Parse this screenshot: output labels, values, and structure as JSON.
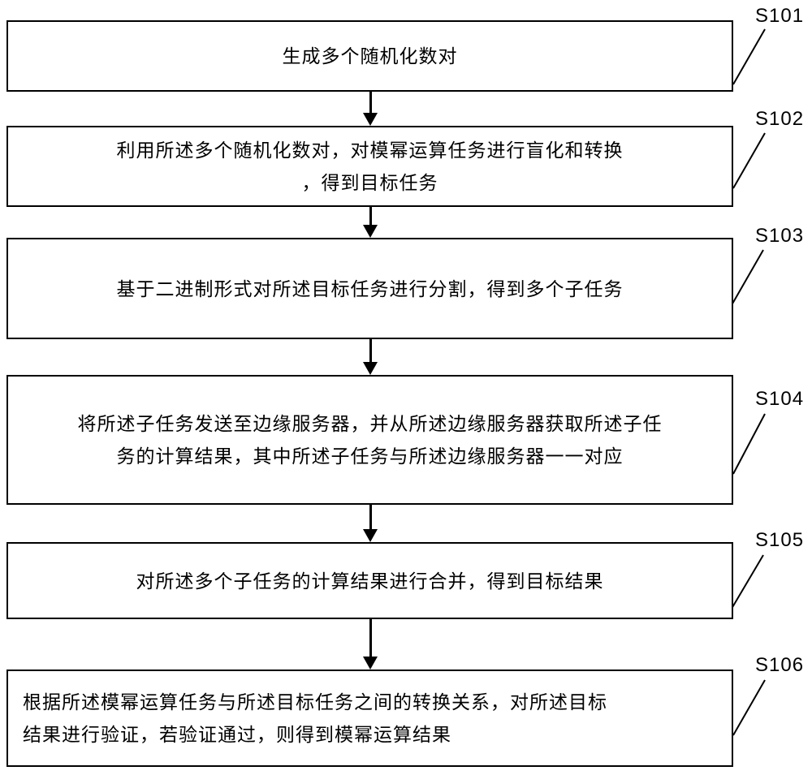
{
  "figure": {
    "background_color": "#ffffff",
    "line_color": "#000000"
  },
  "steps": [
    {
      "id": "S101",
      "text": "生成多个随机化数对"
    },
    {
      "id": "S102",
      "text": "利用所述多个随机化数对，对模幂运算任务进行盲化和转换\n，得到目标任务"
    },
    {
      "id": "S103",
      "text": "基于二进制形式对所述目标任务进行分割，得到多个子任务"
    },
    {
      "id": "S104",
      "text": "将所述子任务发送至边缘服务器，并从所述边缘服务器获取所述子任\n务的计算结果，其中所述子任务与所述边缘服务器一一对应"
    },
    {
      "id": "S105",
      "text": "对所述多个子任务的计算结果进行合并，得到目标结果"
    },
    {
      "id": "S106",
      "text": "根据所述模幂运算任务与所述目标任务之间的转换关系，对所述目标\n结果进行验证，若验证通过，则得到模幂运算结果"
    }
  ]
}
